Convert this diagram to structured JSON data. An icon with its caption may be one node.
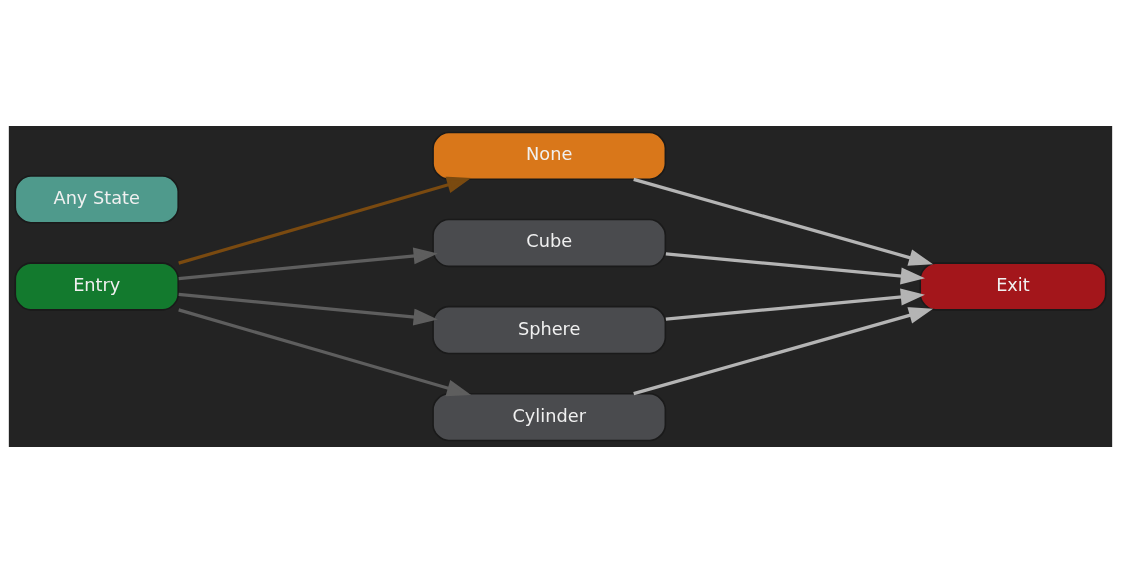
{
  "diagram": {
    "nodes": [
      {
        "text": [
          "Any State"
        ]
      },
      {
        "text": [
          "Entry"
        ]
      },
      {
        "text": [
          "None"
        ]
      },
      {
        "text": [
          "Cube"
        ]
      },
      {
        "text": [
          "Sphere"
        ]
      },
      {
        "text": [
          "Cylinder"
        ]
      },
      {
        "text": [
          "Exit"
        ]
      }
    ],
    "edges": [
      {
        "from": 1,
        "to": 2,
        "arrow": "to",
        "color": "#7a4a10"
      },
      {
        "from": 1,
        "to": 3,
        "arrow": "to",
        "color": "#5e5e5e"
      },
      {
        "from": 1,
        "to": 4,
        "arrow": "to",
        "color": "#5e5e5e"
      },
      {
        "from": 1,
        "to": 5,
        "arrow": "to",
        "color": "#5e5e5e"
      },
      {
        "from": 2,
        "to": 6,
        "arrow": "to"
      },
      {
        "from": 3,
        "to": 6,
        "arrow": "to"
      },
      {
        "from": 4,
        "to": 6,
        "arrow": "to"
      },
      {
        "from": 5,
        "to": 6,
        "arrow": "to"
      }
    ]
  }
}
